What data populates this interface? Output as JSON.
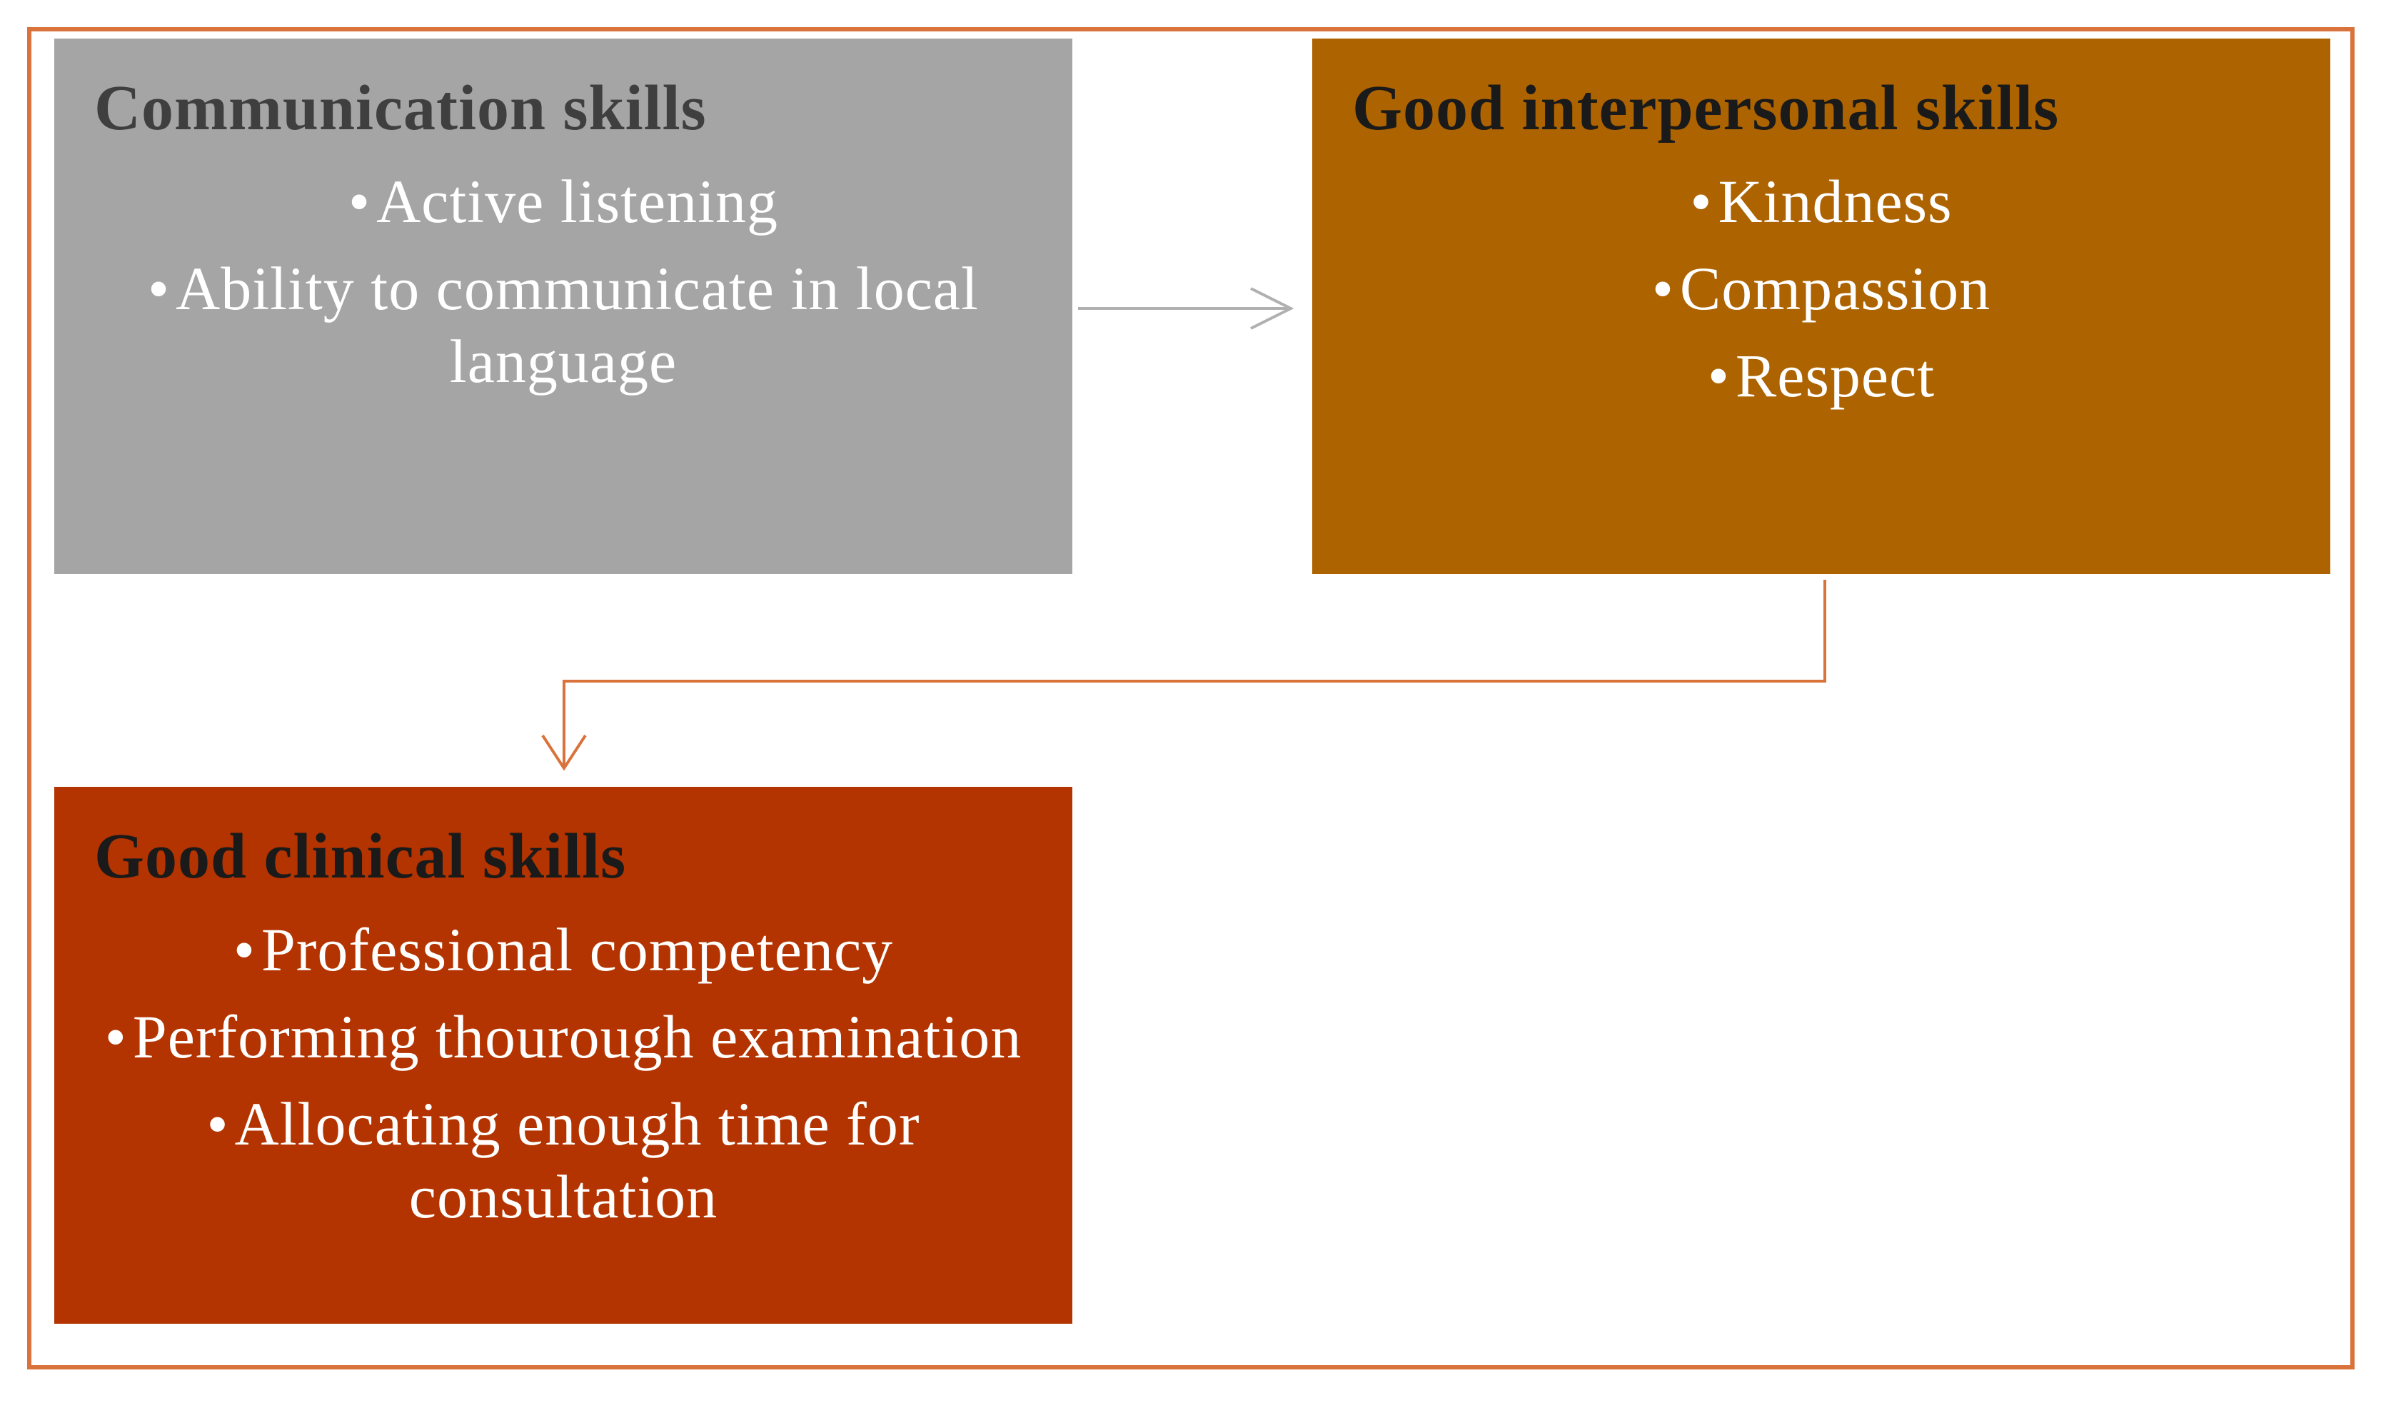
{
  "diagram": {
    "boxes": {
      "communication": {
        "title": "Communication  skills",
        "items": [
          "Active listening",
          "Ability  to communicate in local language"
        ],
        "fill_color": "#a5a5a5"
      },
      "interpersonal": {
        "title": "Good interpersonal  skills",
        "items": [
          "Kindness",
          "Compassion",
          "Respect"
        ],
        "fill_color": "#ad6300"
      },
      "clinical": {
        "title": "Good clinical  skills",
        "items": [
          "Professional competency",
          "Performing thourough examination",
          "Allocating enough time for consultation"
        ],
        "fill_color": "#b33400"
      }
    },
    "colors": {
      "frame": "#d9733b",
      "arrow_grey": "#b0b0b0",
      "arrow_orange": "#d9733b"
    },
    "connections": [
      {
        "from": "communication",
        "to": "interpersonal"
      },
      {
        "from": "interpersonal",
        "to": "clinical"
      }
    ]
  }
}
